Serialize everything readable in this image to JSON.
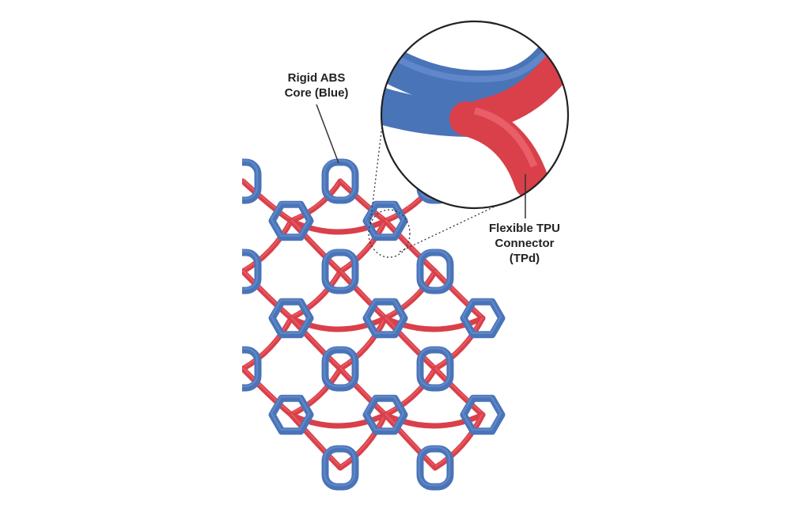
{
  "labels": {
    "rigid": {
      "line1": "Rigid ABS",
      "line2": "Core (Blue)"
    },
    "flexible": {
      "line1": "Flexible TPU",
      "line2": "Connector",
      "line3": "(TPd)"
    }
  },
  "colors": {
    "rigid_core": "#4a74b8",
    "rigid_core_light": "#6f95d3",
    "flexible_connector": "#d9404a",
    "flexible_connector_light": "#ef6b73",
    "leader_line": "#333333",
    "zoom_border": "#222222"
  },
  "icons": {
    "core": "rounded-ring",
    "connector": "curved-strut"
  }
}
